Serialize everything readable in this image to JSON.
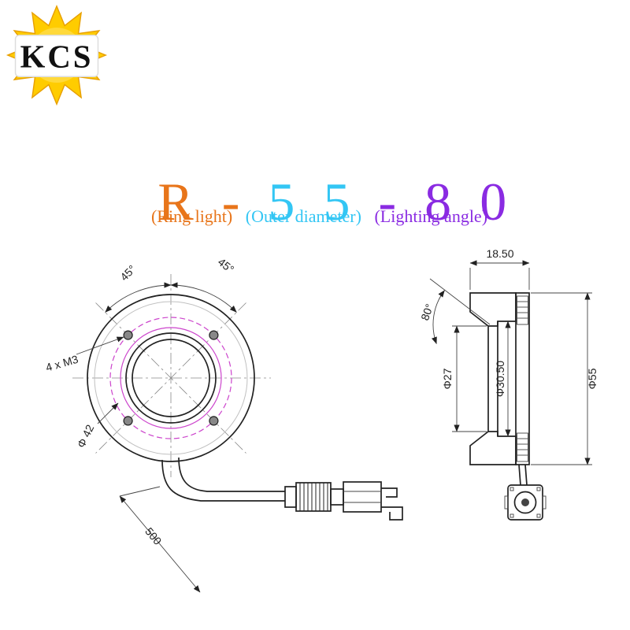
{
  "logo": {
    "text": "KCS"
  },
  "title": {
    "ring_code": "R - ",
    "diameter": "5 5",
    "angle": " - 8 0"
  },
  "subtitle": {
    "ring": "(Ring light)",
    "outer": "(Outer diameter)",
    "angle": "(Lighting angle)"
  },
  "front_view": {
    "angle_left": "45°",
    "angle_right": "45°",
    "holes_label": "4 x M3",
    "bolt_circle_dia": "Φ 42",
    "cable_length": "500"
  },
  "side_view": {
    "depth": "18.50",
    "beam_angle": "80°",
    "dia_inner": "Φ27",
    "dia_mid": "Φ30.50",
    "dia_outer": "Φ55"
  },
  "colors": {
    "orange": "#E8751A",
    "cyan": "#33C6F4",
    "purple": "#8A2BE2",
    "magenta": "#CC44CC",
    "sun_yellow": "#FFCC00"
  }
}
